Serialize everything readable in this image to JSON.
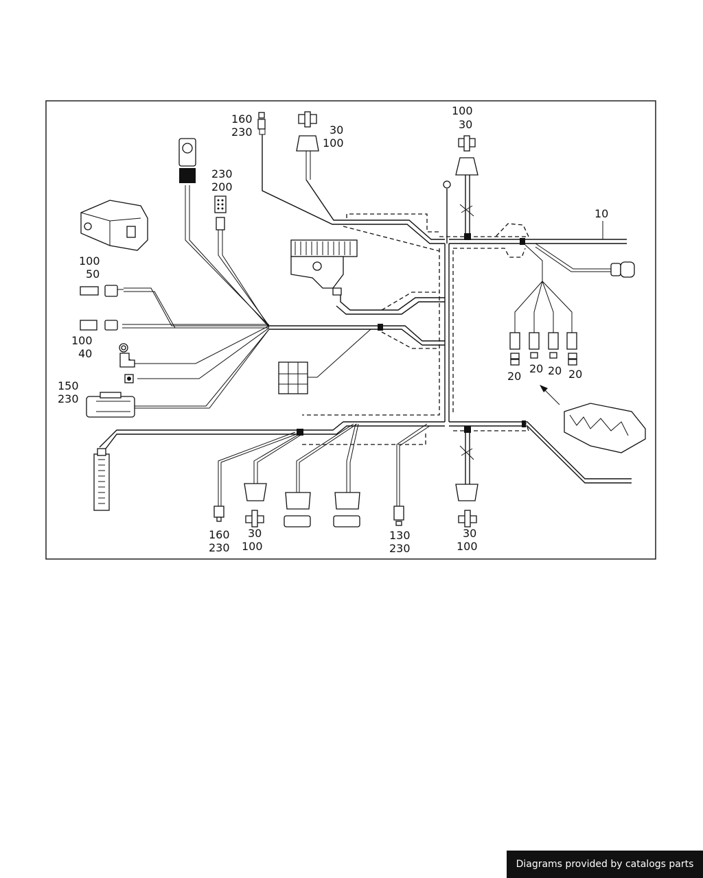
{
  "labels": {
    "l_160_230_top": [
      "160",
      "230"
    ],
    "l_30_100_top": [
      "30",
      "100"
    ],
    "l_100_30_top": [
      "100",
      "30"
    ],
    "l_230_200": [
      "230",
      "200"
    ],
    "l_10": "10",
    "l_100_50": [
      "100",
      "50"
    ],
    "l_100_40": [
      "100",
      "40"
    ],
    "l_150_230": [
      "150",
      "230"
    ],
    "l_20_a": "20",
    "l_20_b": "20",
    "l_20_c": "20",
    "l_20_d": "20",
    "l_160_230_bot": [
      "160",
      "230"
    ],
    "l_30_100_bot_left": [
      "30",
      "100"
    ],
    "l_130_230": [
      "130",
      "230"
    ],
    "l_30_100_bot_right": [
      "30",
      "100"
    ]
  },
  "footer": {
    "credit": "Diagrams provided by catalogs parts"
  }
}
